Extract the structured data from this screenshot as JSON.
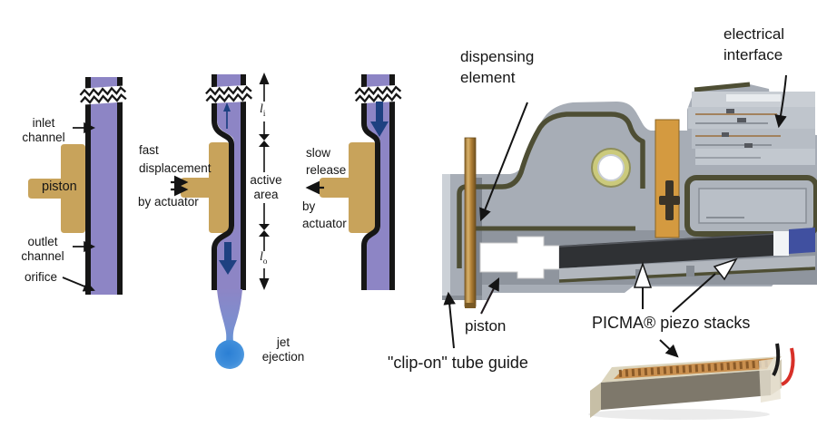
{
  "schematic": {
    "labels": {
      "inlet_channel": "inlet\nchannel",
      "piston": "piston",
      "outlet_channel": "outlet\nchannel",
      "orifice": "orifice",
      "fast_displacement": "fast\ndisplacement",
      "by_actuator": "by actuator",
      "length_in": "l",
      "length_in_sub": "i",
      "active_area": "active\narea",
      "length_out": "l",
      "length_out_sub": "o",
      "slow_release": "slow\nrelease",
      "by_actuator_2": "by\nactuator",
      "jet_ejection": "jet\nejection"
    },
    "colors": {
      "channel": "#8d85c5",
      "outline": "#161616",
      "piston": "#c8a35b",
      "flow_arrow": "#1e4181",
      "droplet_blue": "#2e86d8"
    }
  },
  "cutaway": {
    "labels": {
      "dispensing_element": "dispensing\nelement",
      "electrical_interface": "electrical\ninterface",
      "piston": "piston",
      "tube_guide": "\"clip-on\" tube guide",
      "piezo_stacks": "PICMA® piezo stacks"
    },
    "colors": {
      "body": "#a7adb6",
      "gasket": "#4e4e34",
      "copper": "#d49a40",
      "piezo_stack": "#2f3134",
      "brass_tube": "#b07f35",
      "wire_red": "#d83028",
      "wire_black": "#1a1a1a"
    }
  }
}
